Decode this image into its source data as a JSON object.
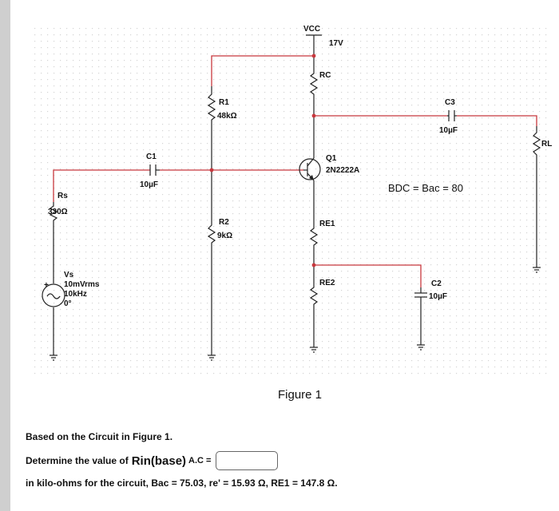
{
  "circuit": {
    "vcc_label": "VCC",
    "vcc_value": "17V",
    "rc_label": "RC",
    "r1_label": "R1",
    "r1_value": "48kΩ",
    "r2_label": "R2",
    "r2_value": "9kΩ",
    "c1_label": "C1",
    "c1_value": "10µF",
    "c2_label": "C2",
    "c2_value": "10µF",
    "c3_label": "C3",
    "c3_value": "10µF",
    "rs_label": "Rs",
    "rs_value": "330Ω",
    "rl_label": "RL",
    "q1_label": "Q1",
    "q1_part": "2N2222A",
    "re1_label": "RE1",
    "re2_label": "RE2",
    "vs_label": "Vs",
    "vs_amplitude": "10mVrms",
    "vs_frequency": "10kHz",
    "vs_phase": "0°",
    "beta_note": "BDC = Bac = 80",
    "figure_caption": "Figure 1"
  },
  "question": {
    "line1": "Based on the Circuit in Figure 1.",
    "line2_prefix": "Determine the value of",
    "line2_symbol": "Rin(base)",
    "line2_suffix": "A.C =",
    "answer_value": "",
    "line3": "in kilo-ohms for the circuit, Bac = 75.03, re' = 15.93 Ω, RE1 = 147.8 Ω."
  },
  "colors": {
    "wire_red": "#c8383e",
    "wire_black": "#222222",
    "grid_dot": "#d4d4d4"
  }
}
